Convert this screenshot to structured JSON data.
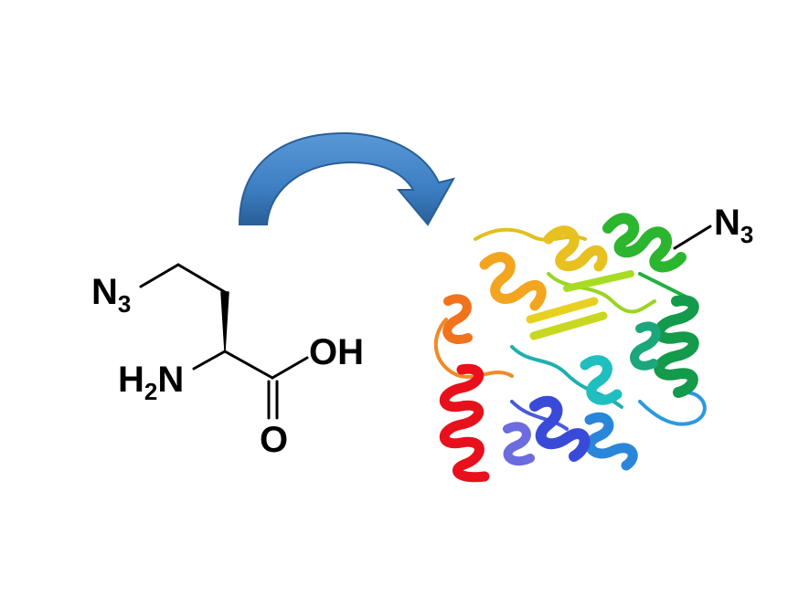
{
  "molecule": {
    "azide_N": "N",
    "azide_sub": "3",
    "amine_H": "H",
    "amine_sub": "2",
    "amine_N": "N",
    "hydroxyl": "OH",
    "carbonyl_O": "O"
  },
  "protein": {
    "label_N": "N",
    "label_sub": "3"
  },
  "colors": {
    "arrow": "#3d7fc3",
    "arrow_dark": "#27598f",
    "rainbow": [
      "#e8101c",
      "#f2731c",
      "#f4a520",
      "#e8d020",
      "#b8e024",
      "#3fc03a",
      "#14a24a",
      "#1ca67c",
      "#20bfbf",
      "#2a86d8",
      "#3a4ad8",
      "#6c6cde"
    ]
  }
}
